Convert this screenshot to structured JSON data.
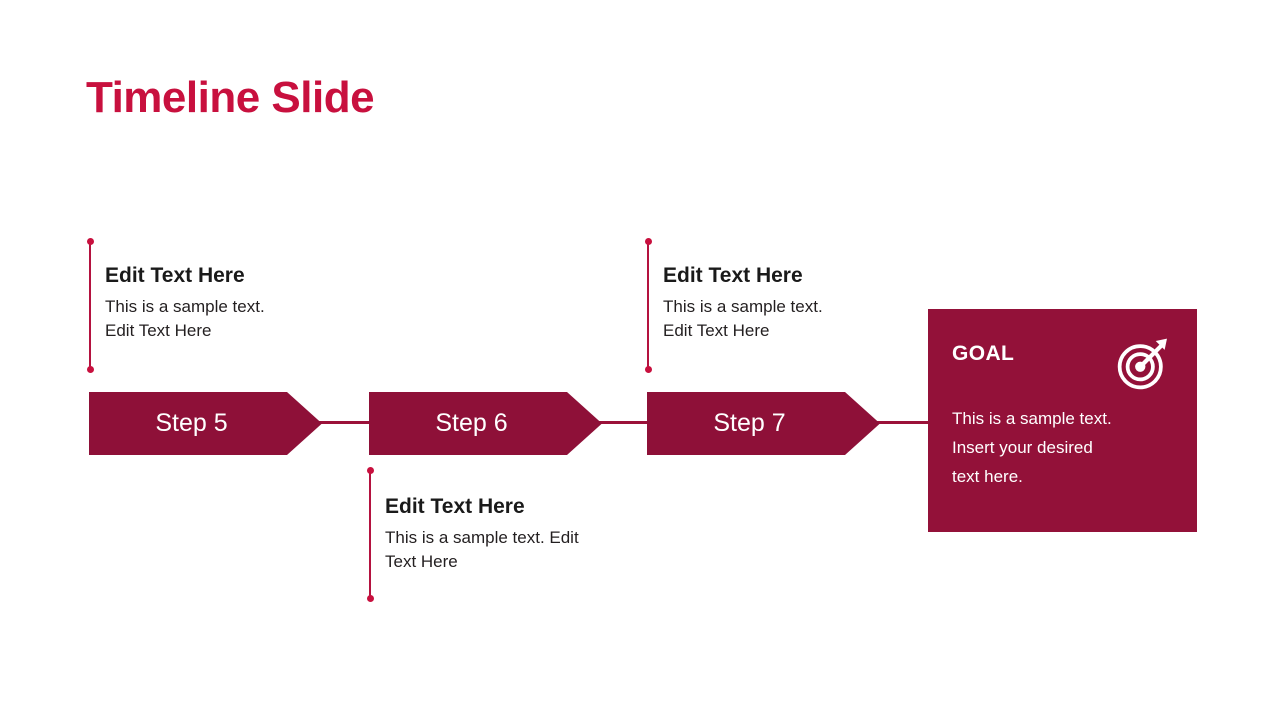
{
  "slide": {
    "title": "Timeline Slide",
    "background_color": "#FFFFFF",
    "accent_color": "#C8103E",
    "chevron_color": "#8E1038",
    "goal_card_color": "#931139"
  },
  "callouts": [
    {
      "id": "callout-step5-above",
      "heading": "Edit Text Here",
      "line1": "This is a sample text.",
      "line2": "Edit Text Here",
      "position": "above"
    },
    {
      "id": "callout-step6-below",
      "heading": "Edit Text Here",
      "line1": "This is a sample text. Edit",
      "line2": "Text Here",
      "position": "below"
    },
    {
      "id": "callout-step7-above",
      "heading": "Edit Text Here",
      "line1": "This is a sample text.",
      "line2": "Edit Text Here",
      "position": "above"
    }
  ],
  "steps": [
    {
      "id": "step-5",
      "label": "Step 5"
    },
    {
      "id": "step-6",
      "label": "Step 6"
    },
    {
      "id": "step-7",
      "label": "Step 7"
    }
  ],
  "goal": {
    "heading": "GOAL",
    "line1": "This is a sample text.",
    "line2": "Insert your desired",
    "line3": "text here.",
    "icon": "target-arrow-icon"
  }
}
